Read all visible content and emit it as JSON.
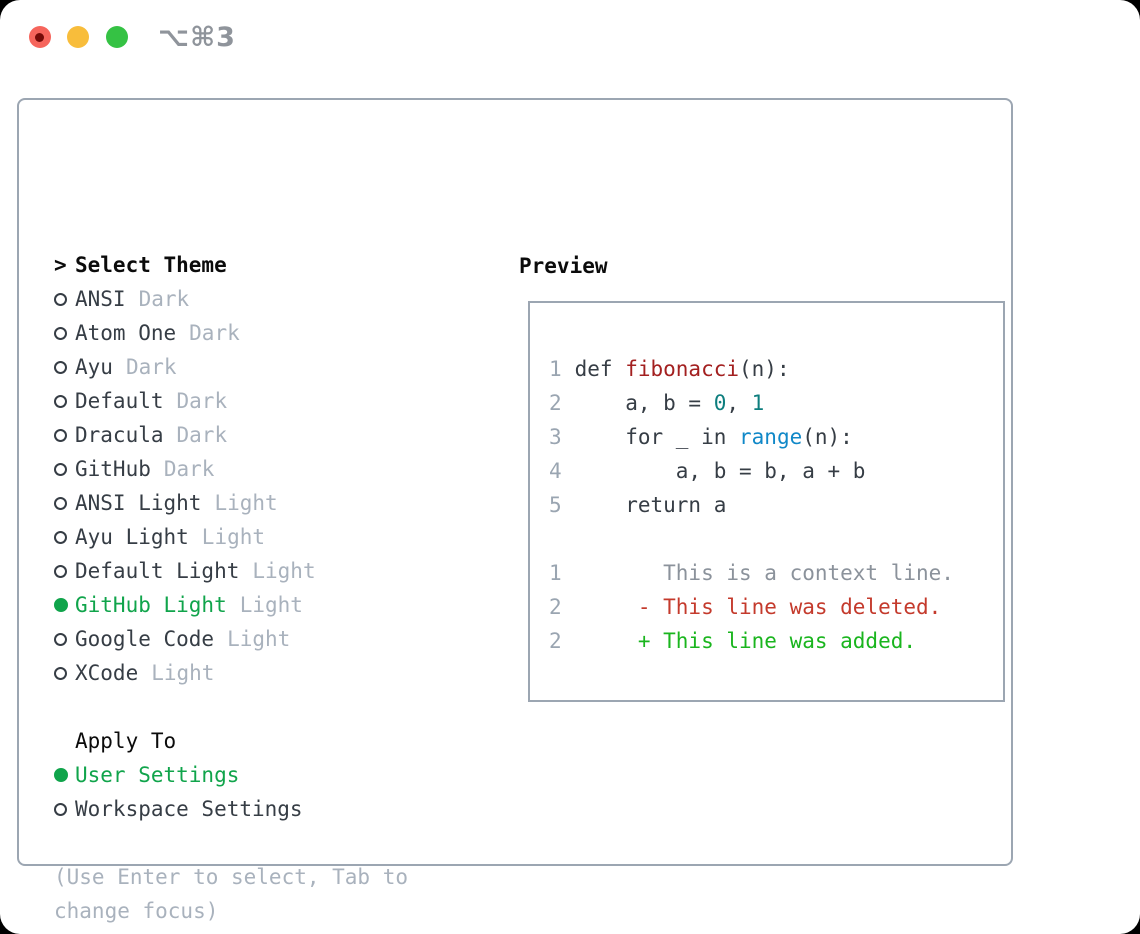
{
  "window": {
    "title": "⌥⌘3"
  },
  "traffic_lights": [
    {
      "name": "close"
    },
    {
      "name": "minimize"
    },
    {
      "name": "zoom"
    }
  ],
  "theme_list": {
    "header_marker": ">",
    "header": "Select Theme",
    "items": [
      {
        "name": "ANSI",
        "variant": "Dark",
        "selected": false
      },
      {
        "name": "Atom One",
        "variant": "Dark",
        "selected": false
      },
      {
        "name": "Ayu",
        "variant": "Dark",
        "selected": false
      },
      {
        "name": "Default",
        "variant": "Dark",
        "selected": false
      },
      {
        "name": "Dracula",
        "variant": "Dark",
        "selected": false
      },
      {
        "name": "GitHub",
        "variant": "Dark",
        "selected": false
      },
      {
        "name": "ANSI Light",
        "variant": "Light",
        "selected": false
      },
      {
        "name": "Ayu Light",
        "variant": "Light",
        "selected": false
      },
      {
        "name": "Default Light",
        "variant": "Light",
        "selected": false
      },
      {
        "name": "GitHub Light",
        "variant": "Light",
        "selected": true
      },
      {
        "name": "Google Code",
        "variant": "Light",
        "selected": false
      },
      {
        "name": "XCode",
        "variant": "Light",
        "selected": false
      }
    ]
  },
  "apply_to": {
    "header": "Apply To",
    "options": [
      {
        "label": "User Settings",
        "selected": true
      },
      {
        "label": "Workspace Settings",
        "selected": false
      }
    ]
  },
  "hint": "(Use Enter to select, Tab to change focus)",
  "preview": {
    "header": "Preview",
    "lines": [
      {
        "num": "1",
        "segments": [
          {
            "t": " def ",
            "c": "plain"
          },
          {
            "t": "fibonacci",
            "c": "func"
          },
          {
            "t": "(n):",
            "c": "plain"
          }
        ]
      },
      {
        "num": "2",
        "segments": [
          {
            "t": "     a, b = ",
            "c": "plain"
          },
          {
            "t": "0",
            "c": "number"
          },
          {
            "t": ", ",
            "c": "plain"
          },
          {
            "t": "1",
            "c": "number"
          }
        ]
      },
      {
        "num": "3",
        "segments": [
          {
            "t": "     for _ in ",
            "c": "plain"
          },
          {
            "t": "range",
            "c": "builtin"
          },
          {
            "t": "(n):",
            "c": "plain"
          }
        ]
      },
      {
        "num": "4",
        "segments": [
          {
            "t": "         a, b = b, a + b",
            "c": "plain"
          }
        ]
      },
      {
        "num": "5",
        "segments": [
          {
            "t": "     return a",
            "c": "plain"
          }
        ]
      },
      {
        "num": "",
        "segments": []
      },
      {
        "num": "1",
        "segments": [
          {
            "t": "        This is a context line.",
            "c": "context"
          }
        ]
      },
      {
        "num": "2",
        "segments": [
          {
            "t": "      - This line was deleted.",
            "c": "deleted"
          }
        ]
      },
      {
        "num": "2",
        "segments": [
          {
            "t": "      + This line was added.",
            "c": "added"
          }
        ]
      }
    ]
  },
  "colors": {
    "text_black": "#0b0b0b",
    "text_dark": "#363d45",
    "text_muted": "#a9b2bd",
    "line_number": "#9aa5b1",
    "green": "#10a44b",
    "diff_added": "#1ab51e",
    "diff_deleted": "#c43a2c",
    "diff_context": "#8b929b",
    "func_red": "#a32020",
    "builtin_blue": "#1088c8",
    "number_teal": "#0d7e7e",
    "border": "#9ca6b2",
    "title_gray": "#8f949b",
    "tl_red": "#f6655c",
    "tl_red_dot": "#750b08",
    "tl_yellow": "#f8bd3b",
    "tl_green": "#35c244"
  }
}
